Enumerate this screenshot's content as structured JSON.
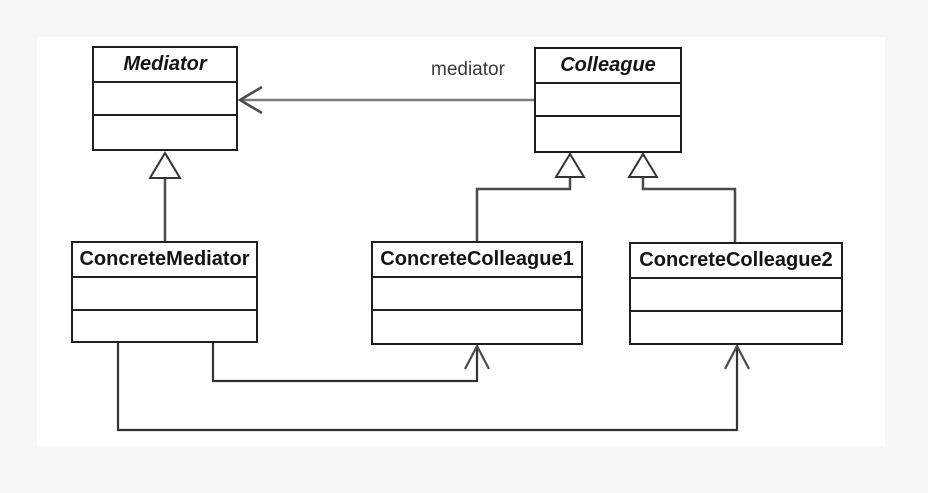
{
  "diagram": {
    "kind": "uml-class-diagram",
    "pattern_name": "Mediator",
    "classes": [
      {
        "name": "Mediator",
        "abstract": true,
        "attributes": [],
        "operations": []
      },
      {
        "name": "Colleague",
        "abstract": true,
        "attributes": [],
        "operations": []
      },
      {
        "name": "ConcreteMediator",
        "abstract": false,
        "attributes": [],
        "operations": []
      },
      {
        "name": "ConcreteColleague1",
        "abstract": false,
        "attributes": [],
        "operations": []
      },
      {
        "name": "ConcreteColleague2",
        "abstract": false,
        "attributes": [],
        "operations": []
      }
    ],
    "association_label": "mediator",
    "relationships": [
      {
        "from": "Colleague",
        "to": "Mediator",
        "type": "association",
        "label": "mediator",
        "arrow": "open"
      },
      {
        "from": "ConcreteMediator",
        "to": "Mediator",
        "type": "generalization",
        "arrow": "hollow-triangle"
      },
      {
        "from": "ConcreteColleague1",
        "to": "Colleague",
        "type": "generalization",
        "arrow": "hollow-triangle"
      },
      {
        "from": "ConcreteColleague2",
        "to": "Colleague",
        "type": "generalization",
        "arrow": "hollow-triangle"
      },
      {
        "from": "ConcreteMediator",
        "to": "ConcreteColleague1",
        "type": "association",
        "arrow": "open"
      },
      {
        "from": "ConcreteMediator",
        "to": "ConcreteColleague2",
        "type": "association",
        "arrow": "open"
      }
    ],
    "colors": {
      "background": "#f7f7f8",
      "canvas": "#ffffff",
      "box_border": "#1f1f1f",
      "generalization_line": "#4a4a4a",
      "association_line": "#7d7d7d",
      "bottom_association_line": "#333333",
      "text": "#141414",
      "label_text": "#3a3a3a"
    }
  }
}
